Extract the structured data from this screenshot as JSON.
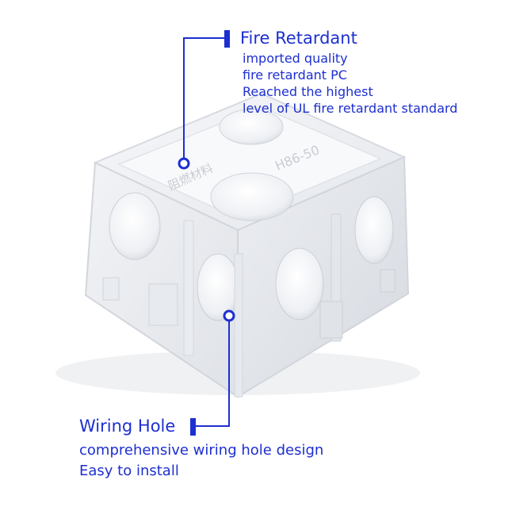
{
  "callouts": {
    "fire_retardant": {
      "title": "Fire Retardant",
      "lines": [
        "imported quality",
        "fire retardant PC",
        "Reached the highest",
        "level of UL fire retardant standard"
      ]
    },
    "wiring_hole": {
      "title": "Wiring Hole",
      "lines": [
        "comprehensive wiring hole design",
        "Easy to install"
      ]
    }
  },
  "product": {
    "embossed_text_left": "阻燃材料",
    "embossed_text_right": "H86-50"
  },
  "colors": {
    "accent": "#1d2fd0",
    "box_face": "#eef0f3",
    "box_shadow": "#d3d7dd"
  }
}
